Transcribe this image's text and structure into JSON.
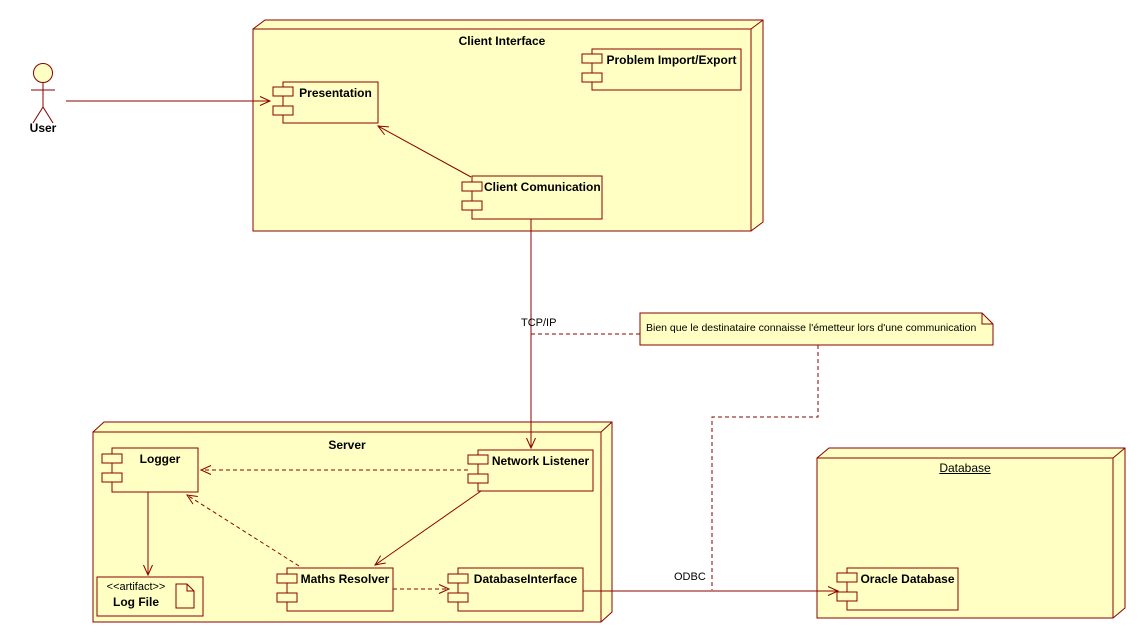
{
  "actor": {
    "label": "User"
  },
  "nodes": {
    "client_interface": {
      "title": "Client Interface"
    },
    "server": {
      "title": "Server"
    },
    "database": {
      "title": "Database"
    }
  },
  "components": {
    "presentation": {
      "label": "Presentation"
    },
    "problem_import_export": {
      "label": "Problem Import/Export"
    },
    "client_comunication": {
      "label": "Client Comunication"
    },
    "logger": {
      "label": "Logger"
    },
    "network_listener": {
      "label": "Network Listener"
    },
    "maths_resolver": {
      "label": "Maths Resolver"
    },
    "database_interface": {
      "label": "DatabaseInterface"
    },
    "oracle_database": {
      "label": "Oracle Database"
    }
  },
  "artifact": {
    "stereotype": "<<artifact>>",
    "name": "Log File"
  },
  "labels": {
    "tcp_ip": "TCP/IP",
    "odbc": "ODBC"
  },
  "note": {
    "text": "Bien que le destinataire connaisse l'émetteur lors d'une communication"
  },
  "colors": {
    "background": "#FFFFFF",
    "element_fill": "#FFFFC4",
    "line": "#8B0000",
    "text": "#000000"
  }
}
